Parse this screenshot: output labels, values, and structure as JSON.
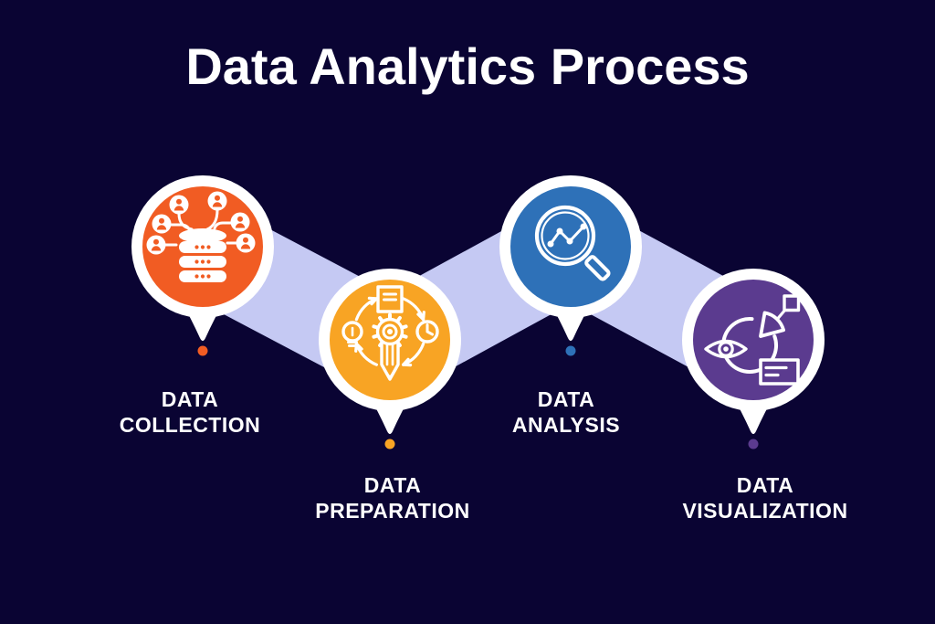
{
  "title": "Data Analytics Process",
  "colors": {
    "background": "#0A0433",
    "ribbon": "#C5C9F3",
    "text": "#FFFFFF"
  },
  "stages": [
    {
      "label_line1": "DATA",
      "label_line2": "COLLECTION",
      "color": "#F15C23",
      "icon": "database-users-icon"
    },
    {
      "label_line1": "DATA",
      "label_line2": "PREPARATION",
      "color": "#F8A424",
      "icon": "process-gear-pencil-icon"
    },
    {
      "label_line1": "DATA",
      "label_line2": "ANALYSIS",
      "color": "#2E71B8",
      "icon": "magnifier-trend-chart-icon"
    },
    {
      "label_line1": "DATA",
      "label_line2": "VISUALIZATION",
      "color": "#5B3B8F",
      "icon": "pie-chart-eye-icon"
    }
  ]
}
